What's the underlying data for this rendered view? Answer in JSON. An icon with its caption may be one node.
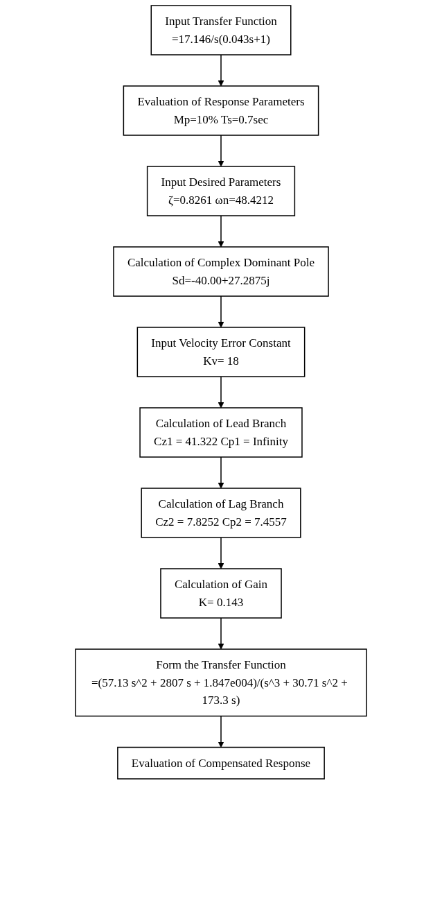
{
  "diagram": {
    "nodes": [
      {
        "text": [
          "Input Transfer Function",
          "=17.146/s(0.043s+1)"
        ]
      },
      {
        "text": [
          "Evaluation of Response Parameters",
          "Mp=10% Ts=0.7sec"
        ]
      },
      {
        "text": [
          "Input Desired Parameters",
          "ζ=0.8261 ωn=48.4212"
        ]
      },
      {
        "text": [
          "Calculation of Complex Dominant Pole",
          "Sd=-40.00+27.2875j"
        ]
      },
      {
        "text": [
          "Input Velocity Error Constant",
          "Kv= 18"
        ]
      },
      {
        "text": [
          "Calculation of Lead Branch",
          "Cz1 = 41.322 Cp1 = Infinity"
        ]
      },
      {
        "text": [
          "Calculation of Lag Branch",
          "Cz2 = 7.8252 Cp2 = 7.4557"
        ]
      },
      {
        "text": [
          "Calculation of Gain",
          "K= 0.143"
        ]
      },
      {
        "text": [
          "Form the Transfer Function",
          "=(57.13 s^2 + 2807 s + 1.847e004)/(s^3 + 30.71 s^2 + 173.3 s)"
        ]
      },
      {
        "text": [
          "Evaluation of Compensated Response"
        ]
      }
    ],
    "edges": [
      {
        "from": 0,
        "to": 1,
        "arrow": "to"
      },
      {
        "from": 1,
        "to": 2,
        "arrow": "to"
      },
      {
        "from": 2,
        "to": 3,
        "arrow": "to"
      },
      {
        "from": 3,
        "to": 4,
        "arrow": "to"
      },
      {
        "from": 4,
        "to": 5,
        "arrow": "to"
      },
      {
        "from": 5,
        "to": 6,
        "arrow": "to"
      },
      {
        "from": 6,
        "to": 7,
        "arrow": "to"
      },
      {
        "from": 7,
        "to": 8,
        "arrow": "to"
      },
      {
        "from": 8,
        "to": 9,
        "arrow": "to"
      }
    ]
  }
}
